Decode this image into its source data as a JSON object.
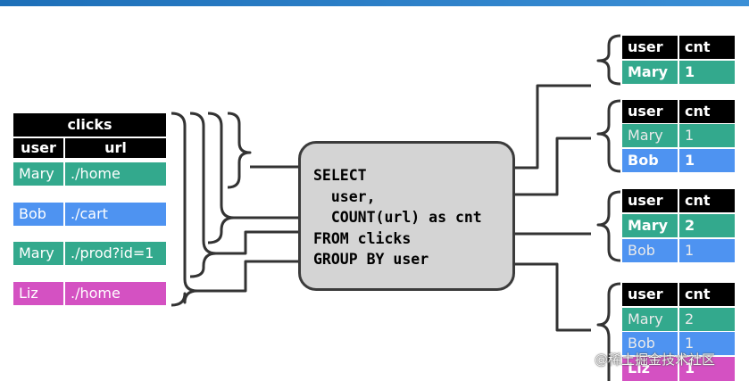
{
  "input_table": {
    "title": "clicks",
    "columns": [
      "user",
      "url"
    ],
    "rows": [
      {
        "user": "Mary",
        "url": "./home"
      },
      {
        "user": "Bob",
        "url": "./cart"
      },
      {
        "user": "Mary",
        "url": "./prod?id=1"
      },
      {
        "user": "Liz",
        "url": "./home"
      }
    ]
  },
  "query": {
    "sql": "SELECT\n  user,\n  COUNT(url) as cnt\nFROM clicks\nGROUP BY user"
  },
  "result_tables": [
    {
      "columns": [
        "user",
        "cnt"
      ],
      "rows": [
        {
          "user": "Mary",
          "cnt": "1"
        }
      ]
    },
    {
      "columns": [
        "user",
        "cnt"
      ],
      "rows": [
        {
          "user": "Mary",
          "cnt": "1"
        },
        {
          "user": "Bob",
          "cnt": "1"
        }
      ]
    },
    {
      "columns": [
        "user",
        "cnt"
      ],
      "rows": [
        {
          "user": "Mary",
          "cnt": "2"
        },
        {
          "user": "Bob",
          "cnt": "1"
        }
      ]
    },
    {
      "columns": [
        "user",
        "cnt"
      ],
      "rows": [
        {
          "user": "Mary",
          "cnt": "2"
        },
        {
          "user": "Bob",
          "cnt": "1"
        },
        {
          "user": "Liz",
          "cnt": "1"
        }
      ]
    }
  ],
  "colors": {
    "Mary": "#33a98d",
    "Bob": "#4e93f1",
    "Liz": "#d451c2",
    "header": "#000000",
    "query_box": "#d4d4d4"
  },
  "watermark": "@稀土掘金技术社区"
}
